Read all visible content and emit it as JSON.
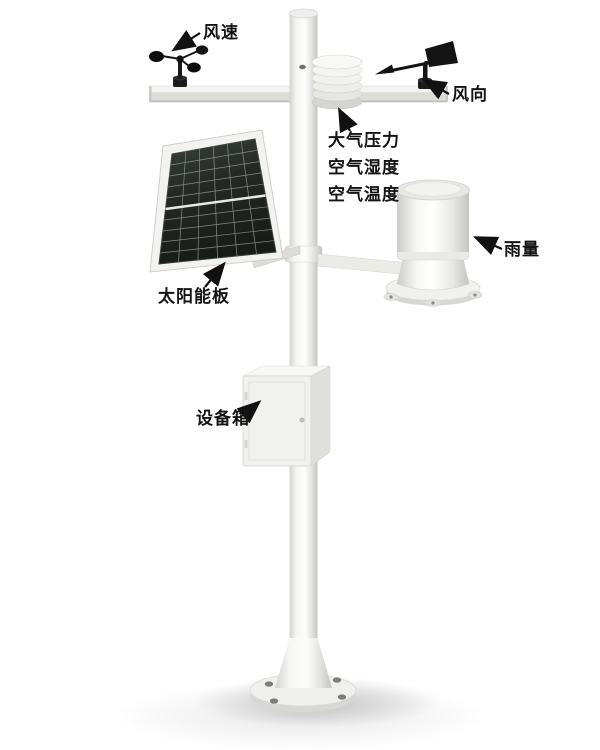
{
  "diagram": {
    "labels": {
      "wind_speed": "风速",
      "wind_direction": "风向",
      "air_pressure": "大气压力",
      "air_humidity": "空气湿度",
      "air_temperature": "空气温度",
      "rainfall": "雨量",
      "solar_panel": "太阳能板",
      "equipment_box": "设备箱"
    },
    "colors": {
      "label_text": "#141414",
      "arrow": "#111111",
      "sensor_dark": "#151515",
      "solar_cell_dark": "#232823",
      "structure_white": "#f2f2ef",
      "shadow_gray": "#d9d9d6"
    }
  }
}
